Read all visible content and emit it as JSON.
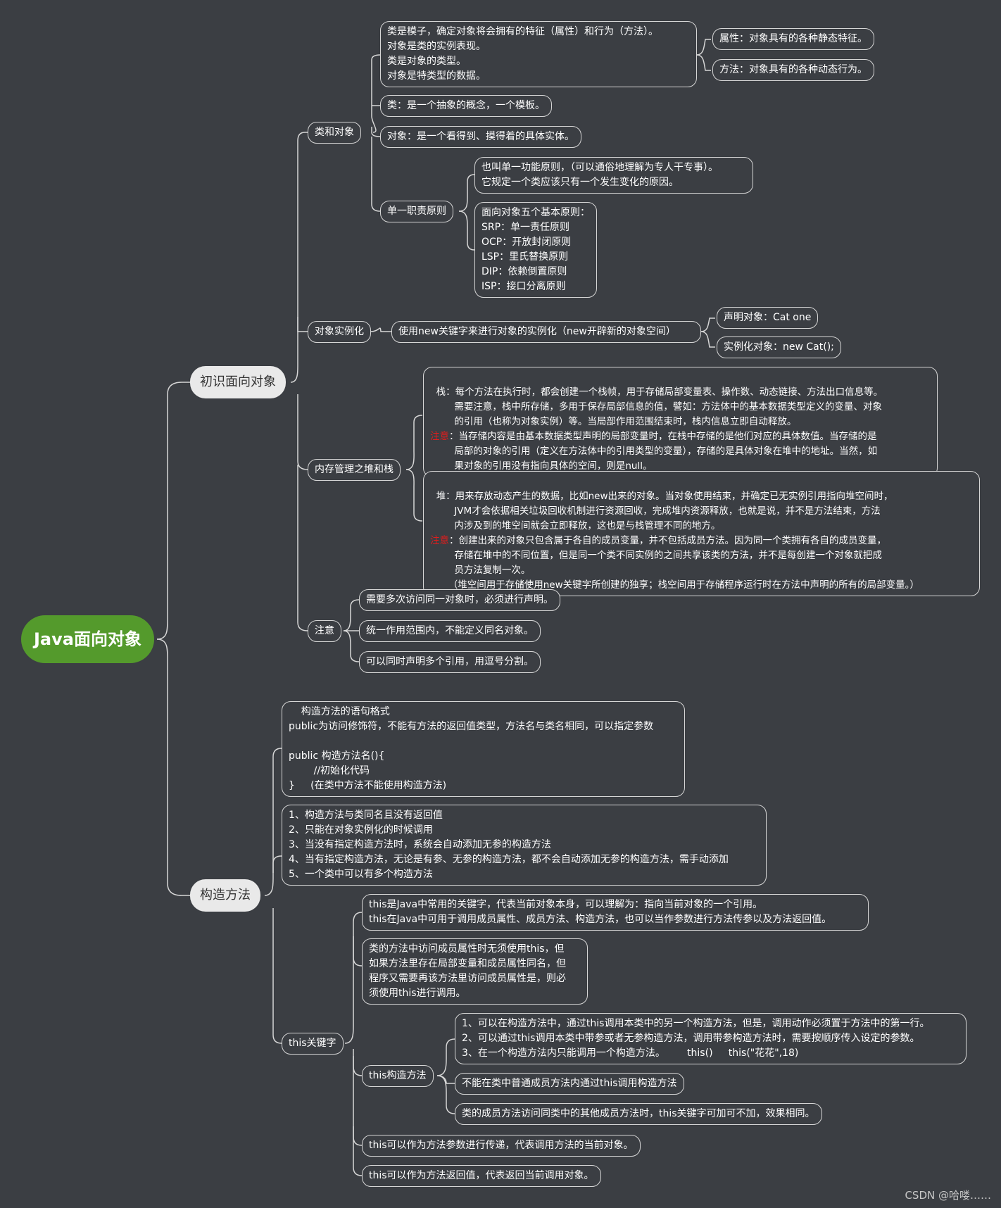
{
  "root": "Java面向对象",
  "b1": {
    "label": "初识面向对象",
    "class_obj": {
      "label": "类和对象",
      "def": "类是模子，确定对象将会拥有的特征（属性）和行为（方法）。\n对象是类的实例表现。\n类是对象的类型。\n对象是特类型的数据。",
      "attr": "属性：对象具有的各种静态特征。",
      "method": "方法：对象具有的各种动态行为。",
      "cls": "类：是一个抽象的概念，一个模板。",
      "obj": "对象：是一个看得到、摸得着的具体实体。",
      "srp": {
        "label": "单一职责原则",
        "desc": "也叫单一功能原则，（可以通俗地理解为专人干专事）。\n它规定一个类应该只有一个发生变化的原因。",
        "five": "面向对象五个基本原则：\nSRP：单一责任原则\nOCP：开放封闭原则\nLSP：里氏替换原则\nDIP：依赖倒置原则\nISP：接口分离原则"
      }
    },
    "inst": {
      "label": "对象实例化",
      "desc": "使用new关键字来进行对象的实例化（new开辟新的对象空间）",
      "declare": "声明对象：Cat one",
      "instantiate": "实例化对象：new Cat();"
    },
    "mem": {
      "label": "内存管理之堆和栈",
      "stack_text": "栈：每个方法在执行时，都会创建一个栈帧，用于存储局部变量表、操作数、动态链接、方法出口信息等。\n        需要注意，栈中所存储，多用于保存局部信息的值，譬如：方法体中的基本数据类型定义的变量、对象\n        的引用（也称为对象实例）等。当局部作用范围结束时，栈内信息立即自动释放。",
      "stack_note_label": "注意",
      "stack_note": "：当存储内容是由基本数据类型声明的局部变量时，在栈中存储的是他们对应的具体数值。当存储的是\n        局部的对象的引用（定义在方法体中的引用类型的变量），存储的是具体对象在堆中的地址。当然，如\n        果对象的引用没有指向具体的空间，则是null。",
      "heap_text": "堆：用来存放动态产生的数据，比如new出来的对象。当对象使用结束，并确定已无实例引用指向堆空间时，\n        JVM才会依据相关垃圾回收机制进行资源回收，完成堆内资源释放，也就是说，并不是方法结束，方法\n        内涉及到的堆空间就会立即释放，这也是与栈管理不同的地方。",
      "heap_note_label": "注意",
      "heap_note": "：创建出来的对象只包含属于各自的成员变量，并不包括成员方法。因为同一个类拥有各自的成员变量，\n        存储在堆中的不同位置，但是同一个类不同实例的之间共享该类的方法，并不是每创建一个对象就把成\n        员方法复制一次。\n      （堆空间用于存储使用new关键字所创建的独享；栈空间用于存储程序运行时在方法中声明的所有的局部变量。）"
    },
    "note": {
      "label": "注意",
      "n1": "需要多次访问同一对象时，必须进行声明。",
      "n2": "统一作用范围内，不能定义同名对象。",
      "n3": "可以同时声明多个引用，用逗号分割。"
    }
  },
  "b2": {
    "label": "构造方法",
    "syntax": "    构造方法的语句格式\npublic为访问修饰符，不能有方法的返回值类型，方法名与类名相同，可以指定参数\n\npublic 构造方法名(){\n        //初始化代码\n}     (在类中方法不能使用构造方法)",
    "rules": "1、构造方法与类同名且没有返回值\n2、只能在对象实例化的时候调用\n3、当没有指定构造方法时，系统会自动添加无参的构造方法\n4、当有指定构造方法，无论是有参、无参的构造方法，都不会自动添加无参的构造方法，需手动添加\n5、一个类中可以有多个构造方法",
    "this": {
      "label": "this关键字",
      "t1": "this是Java中常用的关键字，代表当前对象本身，可以理解为：指向当前对象的一个引用。\nthis在Java中可用于调用成员属性、成员方法、构造方法，也可以当作参数进行方法传参以及方法返回值。",
      "t2": "类的方法中访问成员属性时无须使用this，但\n如果方法里存在局部变量和成员属性同名，但\n程序又需要再该方法里访问成员属性是，则必\n须使用this进行调用。",
      "ctor": {
        "label": "this构造方法",
        "c1": "1、可以在构造方法中，通过this调用本类中的另一个构造方法，但是，调用动作必须置于方法中的第一行。\n2、可以通过this调用本类中带参或者无参构造方法，调用带参构造方法时，需要按顺序传入设定的参数。\n3、在一个构造方法内只能调用一个构造方法。       this()     this(\"花花\",18)",
        "c2": "不能在类中普通成员方法内通过this调用构造方法",
        "c3": "类的成员方法访问同类中的其他成员方法时，this关键字可加可不加，效果相同。"
      },
      "t3": "this可以作为方法参数进行传递，代表调用方法的当前对象。",
      "t4": "this可以作为方法返回值，代表返回当前调用对象。"
    }
  },
  "watermark": "CSDN @哈喽……"
}
